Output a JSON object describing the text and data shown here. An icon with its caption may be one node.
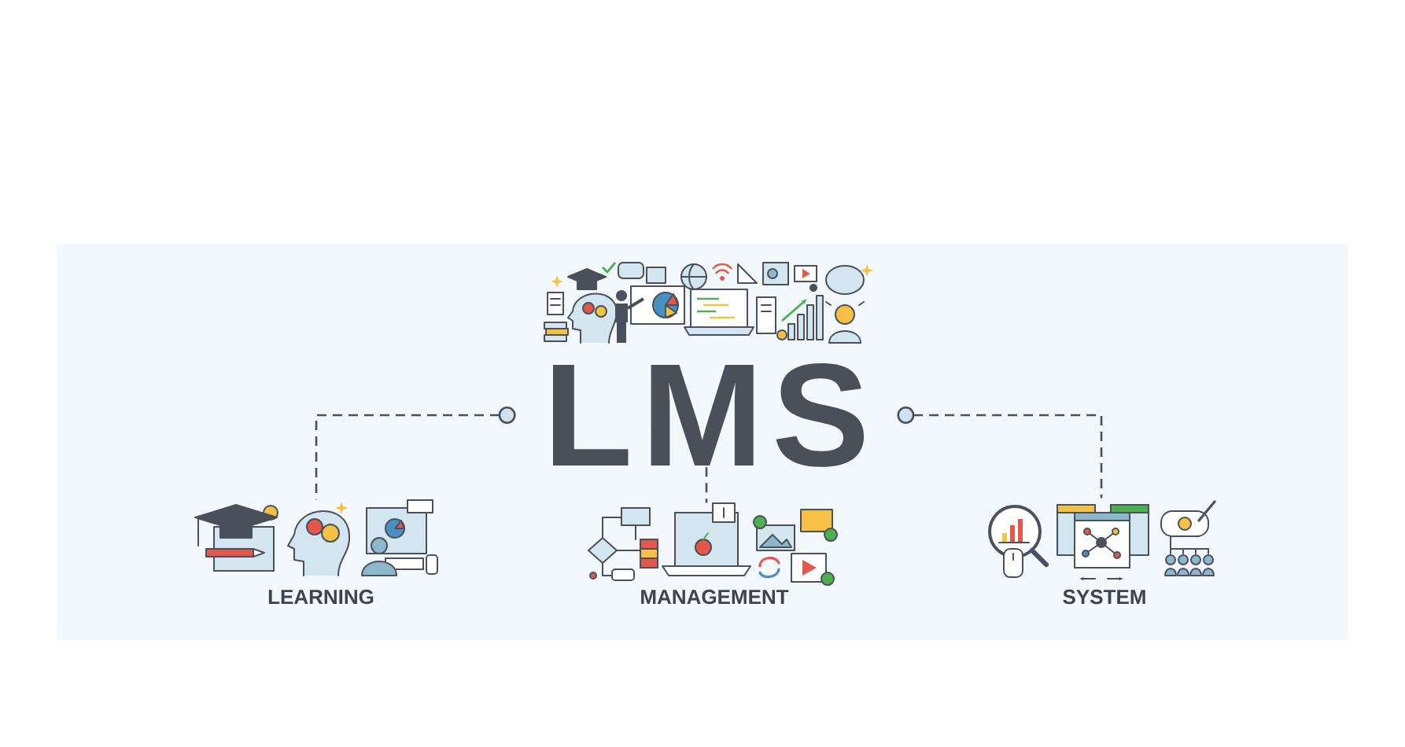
{
  "diagram": {
    "nodes": [
      {
        "text": [
          "LMS"
        ]
      },
      {
        "text": [],
        "shape": "picture",
        "beside": [
          "LEARNING"
        ]
      },
      {
        "text": [],
        "shape": "picture",
        "beside": [
          "MANAGEMENT"
        ]
      },
      {
        "text": [],
        "shape": "picture",
        "beside": [
          "SYSTEM"
        ]
      }
    ],
    "edges": [
      {
        "from": 0,
        "to": 1,
        "arrow": "other",
        "style": "dashed"
      },
      {
        "from": 0,
        "to": 2,
        "arrow": "none",
        "style": "dashed"
      },
      {
        "from": 0,
        "to": 3,
        "arrow": "other",
        "style": "dashed"
      }
    ]
  }
}
